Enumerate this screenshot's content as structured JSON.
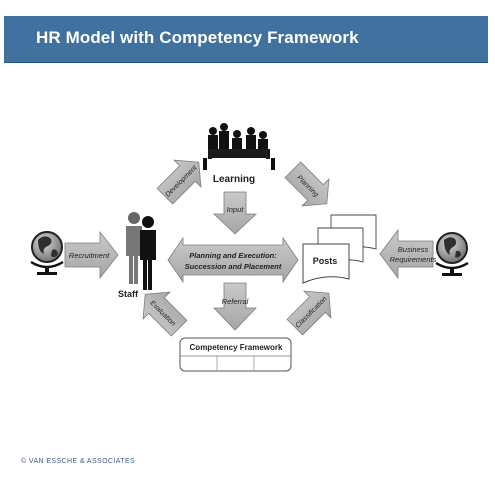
{
  "header": {
    "title": "HR Model with Competency  Framework"
  },
  "nodes": {
    "learning": "Learning",
    "staff": "Staff",
    "posts": "Posts",
    "competency_framework": "Competency Framework"
  },
  "center": {
    "line1": "Planning and Execution:",
    "line2": "Succession and Placement"
  },
  "arrows": {
    "development": "Development",
    "planning": "Planning",
    "input": "Input",
    "referral": "Referral",
    "evaluation": "Evaluation",
    "classification": "Classification",
    "recruitment": "Recruitment",
    "business_requirements_line1": "Business",
    "business_requirements_line2": "Requirements"
  },
  "footer": {
    "copyright": "© VAN ESSCHE & ASSOCIATES"
  },
  "colors": {
    "title_bar": "#41729f",
    "arrow_fill": "#b3b3b3",
    "arrow_stroke": "#7d7d7d",
    "footer_text": "#405f86"
  }
}
